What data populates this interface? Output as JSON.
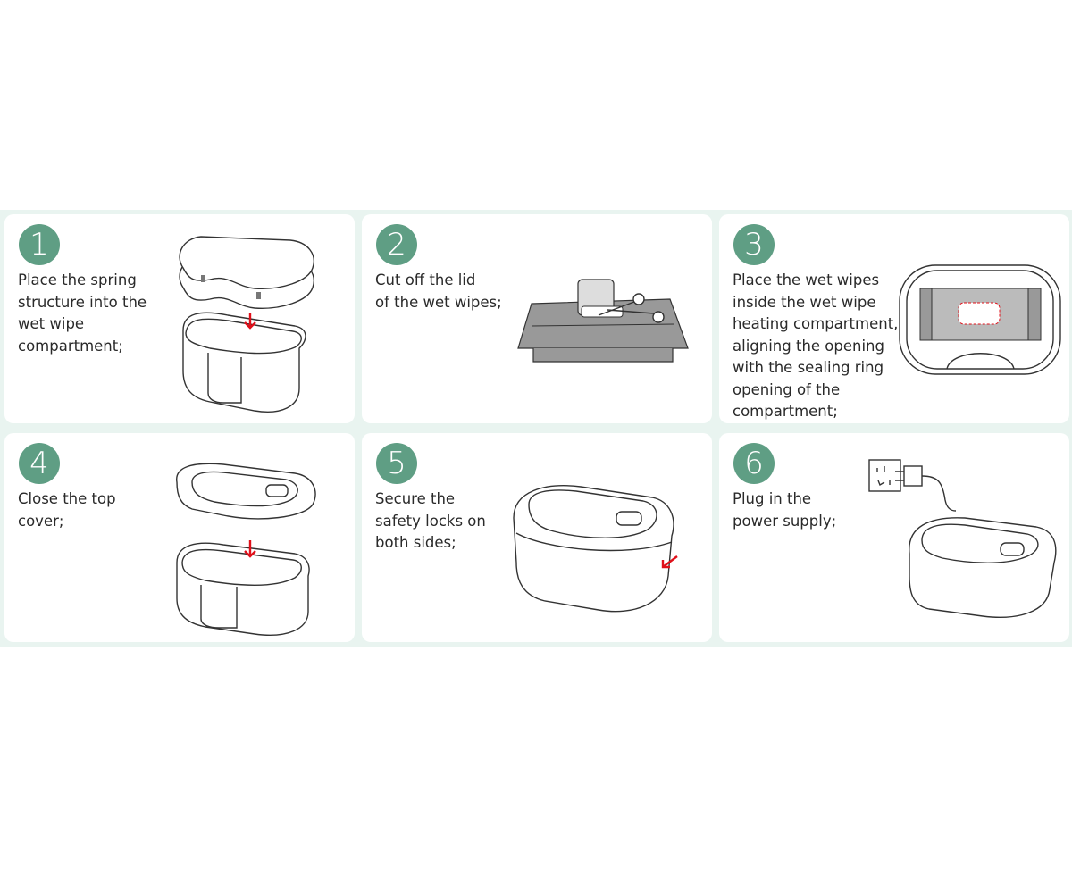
{
  "colors": {
    "accent": "#5f9e84",
    "background": "#e9f4f0",
    "arrow": "#e0101a"
  },
  "steps": [
    {
      "number": "1",
      "text": "Place the spring\nstructure into the\nwet wipe\ncompartment;"
    },
    {
      "number": "2",
      "text": "Cut off the lid\nof the wet wipes;"
    },
    {
      "number": "3",
      "text": "Place the wet wipes\ninside the wet wipe\nheating compartment,\naligning the opening\nwith the sealing ring\nopening of the\ncompartment;"
    },
    {
      "number": "4",
      "text": "Close the top\ncover;"
    },
    {
      "number": "5",
      "text": "Secure the\nsafety locks on\nboth sides;"
    },
    {
      "number": "6",
      "text": "Plug in the\npower supply;"
    }
  ]
}
